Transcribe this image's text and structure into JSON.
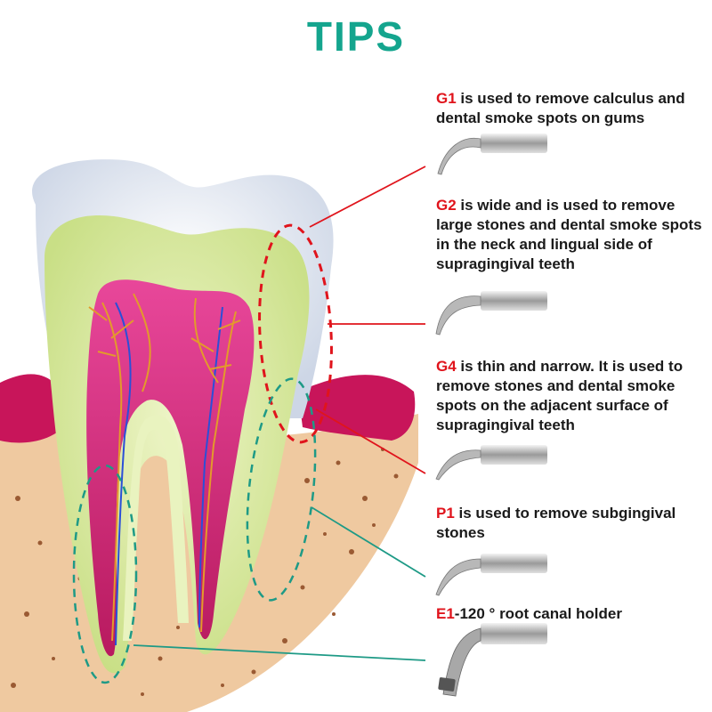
{
  "title": "TIPS",
  "tips": [
    {
      "code": "G1",
      "text": " is used to remove calculus and dental smoke spots on gums"
    },
    {
      "code": "G2",
      "text": " is wide and is used to remove large stones and dental smoke spots in the neck and lingual side of supragingival teeth"
    },
    {
      "code": "G4",
      "text": " is thin and narrow. It is used to remove stones and dental smoke spots on the adjacent surface of supragingival teeth"
    },
    {
      "code": "P1",
      "text": " is used to remove subgingival stones"
    },
    {
      "code": "E1",
      "text": "-120 ° root canal holder"
    }
  ],
  "colors": {
    "accent": "#14a58e",
    "code_red": "#e0141c",
    "leader_red": "#e0141c",
    "leader_teal": "#1e9a86",
    "enamel": "#e7ecf4",
    "dentin": "#d9e8a6",
    "pulp": "#d82a7c",
    "gum": "#c8155a",
    "bone": "#efc9a0"
  }
}
